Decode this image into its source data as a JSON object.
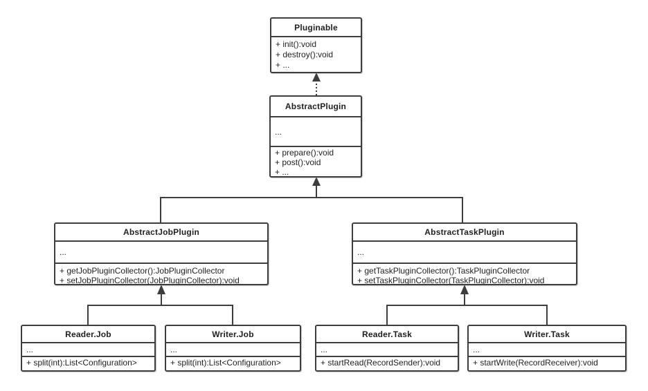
{
  "diagram": {
    "type": "uml-class-diagram",
    "background_color": "#ffffff",
    "line_color": "#3d3d3d",
    "text_color": "#1f1f1f"
  },
  "classes": {
    "pluginable": {
      "title": "Pluginable",
      "methods": [
        "+ init():void",
        "+ destroy():void",
        "+ ..."
      ]
    },
    "abstract_plugin": {
      "title": "AbstractPlugin",
      "fields": "...",
      "methods": [
        "+ prepare():void",
        "+ post():void",
        "+ ..."
      ]
    },
    "abstract_job_plugin": {
      "title": "AbstractJobPlugin",
      "fields": "...",
      "methods": [
        "+ getJobPluginCollector():JobPluginCollector",
        "+ setJobPluginCollector(JobPluginCollector):void"
      ]
    },
    "abstract_task_plugin": {
      "title": "AbstractTaskPlugin",
      "fields": "...",
      "methods": [
        "+ getTaskPluginCollector():TaskPluginCollector",
        "+ setTaskPluginCollector(TaskPluginCollector):void"
      ]
    },
    "reader_job": {
      "title": "Reader.Job",
      "fields": "...",
      "methods": [
        "+ split(int):List<Configuration>"
      ]
    },
    "writer_job": {
      "title": "Writer.Job",
      "fields": "...",
      "methods": [
        "+ split(int):List<Configuration>"
      ]
    },
    "reader_task": {
      "title": "Reader.Task",
      "fields": "...",
      "methods": [
        "+ startRead(RecordSender):void"
      ]
    },
    "writer_task": {
      "title": "Writer.Task",
      "fields": "...",
      "methods": [
        "+ startWrite(RecordReceiver):void"
      ]
    }
  },
  "edges": [
    {
      "from": "AbstractPlugin",
      "to": "Pluginable",
      "type": "realization",
      "line_style": "dotted",
      "arrow": "filled-triangle"
    },
    {
      "from": "AbstractJobPlugin",
      "to": "AbstractPlugin",
      "type": "generalization",
      "line_style": "solid",
      "arrow": "filled-triangle"
    },
    {
      "from": "AbstractTaskPlugin",
      "to": "AbstractPlugin",
      "type": "generalization",
      "line_style": "solid",
      "arrow": "filled-triangle"
    },
    {
      "from": "Reader.Job",
      "to": "AbstractJobPlugin",
      "type": "generalization",
      "line_style": "solid",
      "arrow": "filled-triangle"
    },
    {
      "from": "Writer.Job",
      "to": "AbstractJobPlugin",
      "type": "generalization",
      "line_style": "solid",
      "arrow": "filled-triangle"
    },
    {
      "from": "Reader.Task",
      "to": "AbstractTaskPlugin",
      "type": "generalization",
      "line_style": "solid",
      "arrow": "filled-triangle"
    },
    {
      "from": "Writer.Task",
      "to": "AbstractTaskPlugin",
      "type": "generalization",
      "line_style": "solid",
      "arrow": "filled-triangle"
    }
  ]
}
